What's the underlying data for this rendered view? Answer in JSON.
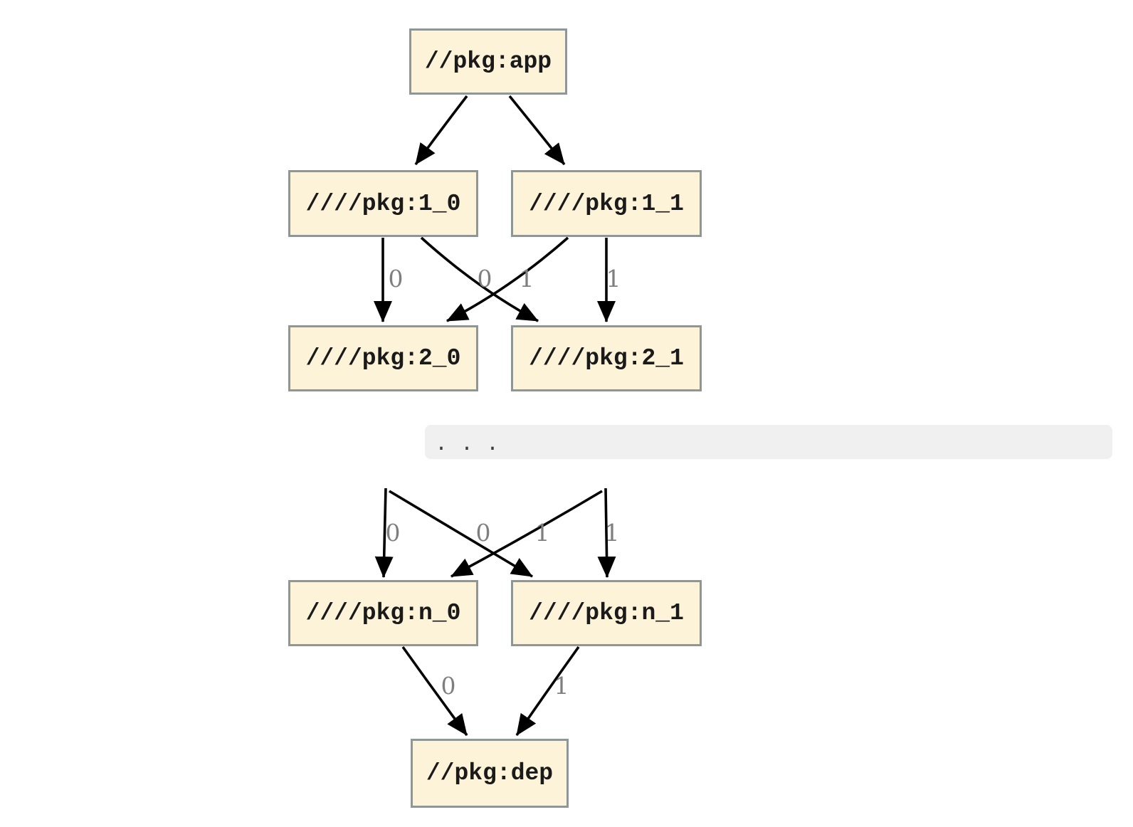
{
  "diagram": {
    "type": "dependency-graph",
    "nodes": {
      "app": {
        "label": "//pkg:app"
      },
      "pkg1_0": {
        "label": "////pkg:1_0"
      },
      "pkg1_1": {
        "label": "////pkg:1_1"
      },
      "pkg2_0": {
        "label": "////pkg:2_0"
      },
      "pkg2_1": {
        "label": "////pkg:2_1"
      },
      "pkgn_0": {
        "label": "////pkg:n_0"
      },
      "pkgn_1": {
        "label": "////pkg:n_1"
      },
      "dep": {
        "label": "//pkg:dep"
      }
    },
    "edges": [
      {
        "from": "app",
        "to": "pkg1_0",
        "label": ""
      },
      {
        "from": "app",
        "to": "pkg1_1",
        "label": ""
      },
      {
        "from": "pkg1_0",
        "to": "pkg2_0",
        "label": "0"
      },
      {
        "from": "pkg1_0",
        "to": "pkg2_1",
        "label": "1"
      },
      {
        "from": "pkg1_1",
        "to": "pkg2_0",
        "label": "0"
      },
      {
        "from": "pkg1_1",
        "to": "pkg2_1",
        "label": "1"
      },
      {
        "from": "ellipsis",
        "to": "pkgn_0",
        "label": "0"
      },
      {
        "from": "ellipsis",
        "to": "pkgn_1",
        "label": "1"
      },
      {
        "from": "ellipsis",
        "to": "pkgn_0",
        "label": "0"
      },
      {
        "from": "ellipsis",
        "to": "pkgn_1",
        "label": "1"
      },
      {
        "from": "pkgn_0",
        "to": "dep",
        "label": "0"
      },
      {
        "from": "pkgn_1",
        "to": "dep",
        "label": "1"
      }
    ],
    "separator": {
      "text": ". . ."
    },
    "colors": {
      "node_fill": "#fdf3d9",
      "node_border": "#8f9697",
      "node_text": "#1a1a1a",
      "edge": "#000000",
      "edge_label": "#7f7f7f",
      "separator_bg": "#f0f0f0",
      "separator_text": "#3c3c3c",
      "background": "#ffffff"
    }
  }
}
